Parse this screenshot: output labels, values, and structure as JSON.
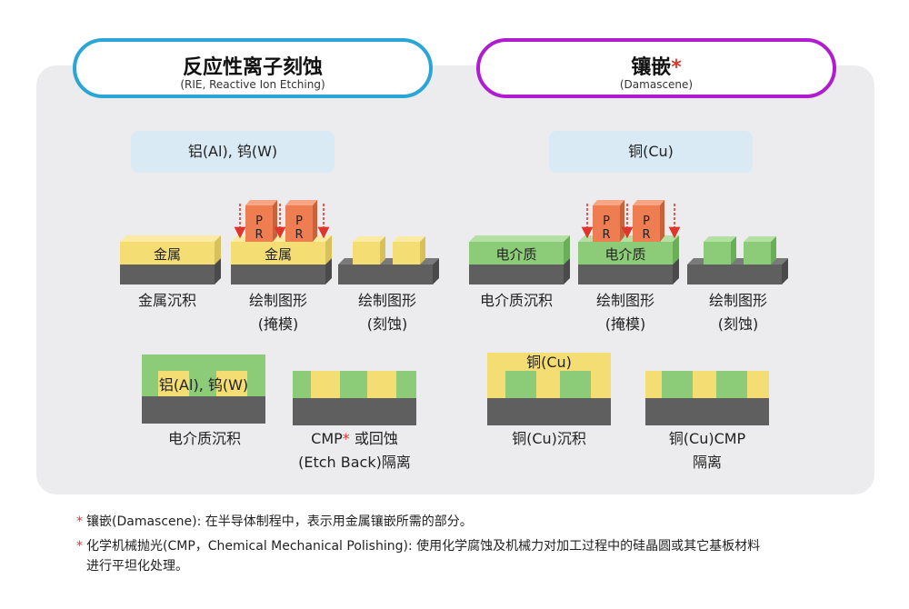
{
  "left": {
    "title": "反应性离子刻蚀",
    "subtitle": "(RIE, Reactive Ion Etching)",
    "metals": "铝(Al), 钨(W)",
    "block_metal_label": "金属",
    "block_pattern_label": "金属",
    "pr_text": "P R",
    "fill_label": "铝(Al), 钨(W)",
    "captions": {
      "c1": "金属沉积",
      "c2a": "绘制图形",
      "c2b": "(掩模)",
      "c3a": "绘制图形",
      "c3b": "(刻蚀)",
      "c4": "电介质沉积",
      "c5a_pre": "CMP",
      "c5a_star": "*",
      "c5a_post": " 或回蚀",
      "c5b": "(Etch Back)隔离"
    }
  },
  "right": {
    "title": "镶嵌",
    "title_star": "*",
    "subtitle": "(Damascene)",
    "metals": "铜(Cu)",
    "block_dielectric_label": "电介质",
    "block_pattern_label": "电介质",
    "pr_text": "P R",
    "fill_label": "铜(Cu)",
    "captions": {
      "c1": "电介质沉积",
      "c2a": "绘制图形",
      "c2b": "(掩模)",
      "c3a": "绘制图形",
      "c3b": "(刻蚀)",
      "c4": "铜(Cu)沉积",
      "c5a": "铜(Cu)CMP",
      "c5b": "隔离"
    }
  },
  "footnotes": {
    "f1_star": "*",
    "f1": "镶嵌(Damascene): 在半导体制程中，表示用金属镶嵌所需的部分。",
    "f2_star": "*",
    "f2a": "化学机械抛光(CMP，Chemical Mechanical Polishing): 使用化学腐蚀及机械力对加工过程中的硅晶圆或其它基板材料",
    "f2b": "进行平坦化处理。"
  },
  "colors": {
    "rie_border": "#2aa6d6",
    "damascene_border": "#b01cd0",
    "metal_yellow": "#f4dd72",
    "dielectric_green": "#8ccc78",
    "substrate_gray": "#5f5f5f",
    "pr_orange": "#ee7d52",
    "arrow_red": "#e0352b"
  }
}
